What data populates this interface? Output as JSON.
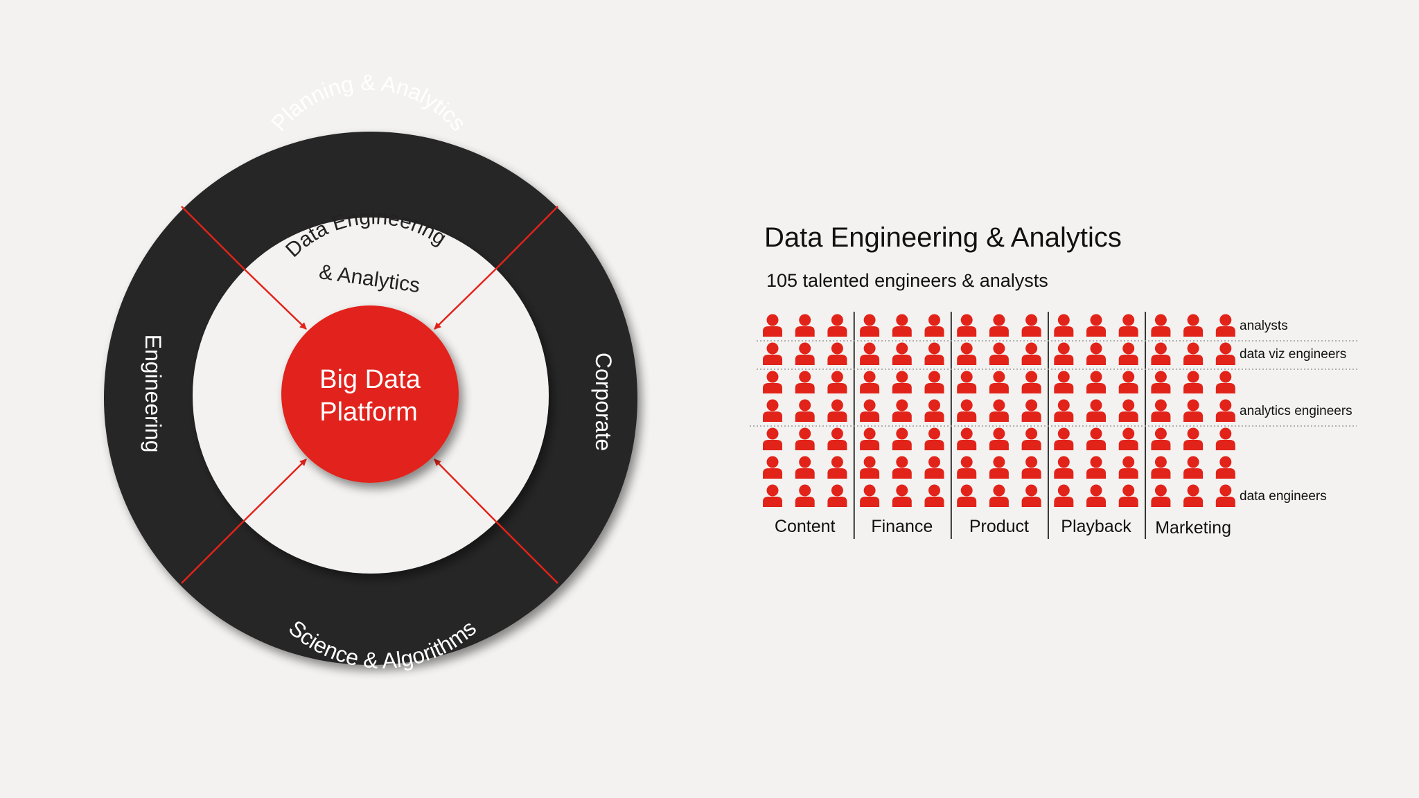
{
  "ring": {
    "center_label_line1": "Big Data",
    "center_label_line2": "Platform",
    "inner_label_line1": "Data Engineering",
    "inner_label_line2": "& Analytics",
    "top_label": "Planning & Analytics",
    "bottom_label": "Science & Algorithms",
    "left_label": "Engineering",
    "right_label": "Corporate",
    "colors": {
      "ring": "#262626",
      "accent": "#e2231a",
      "inner": "#f3f2f0",
      "text_light": "#ffffff",
      "text_dark": "#222222"
    }
  },
  "team": {
    "title": "Data Engineering & Analytics",
    "subtitle": "105 talented engineers & analysts",
    "groups": [
      "Content",
      "Finance",
      "Product",
      "Playback",
      "Marketing"
    ],
    "roles": [
      {
        "label": "analysts",
        "rows": 1
      },
      {
        "label": "data viz engineers",
        "rows": 1
      },
      {
        "label": "analytics engineers",
        "rows": 2
      },
      {
        "label": "data engineers",
        "rows": 3
      }
    ],
    "people_per_group_row": 3,
    "person_color": "#e2231a"
  }
}
